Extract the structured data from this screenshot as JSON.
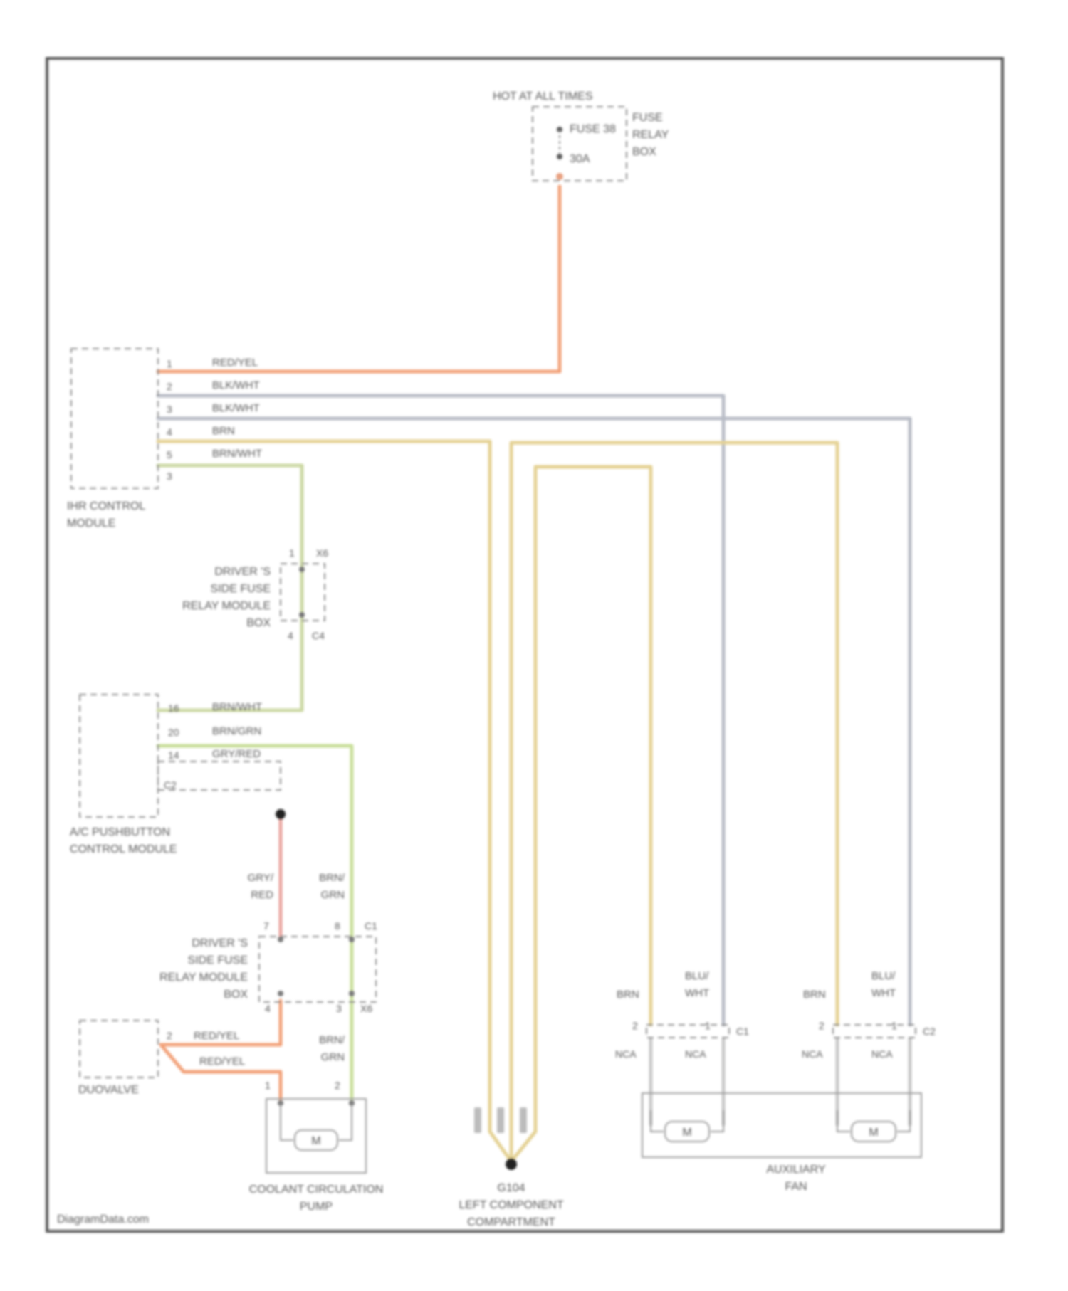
{
  "colors": {
    "red_yel": "#f2a27a",
    "blk_wht": "#b8bcc6",
    "brn": "#e4d193",
    "brn_wht": "#ccd8a3",
    "brn_grn": "#c9df9a",
    "gry_red": "#eaa6a0",
    "blu_wht": "#b8bcc6",
    "ground": "#c8c8c8",
    "frame": "#555555"
  },
  "power": {
    "header": "HOT AT ALL TIMES",
    "fuse_name": "FUSE 38",
    "fuse_rating": "30A",
    "box_label": [
      "FUSE",
      "RELAY",
      "BOX"
    ]
  },
  "ihka": {
    "label": [
      "IHR CONTROL",
      "MODULE"
    ],
    "pins": [
      "1",
      "2",
      "3",
      "4",
      "5",
      "3"
    ],
    "wires": [
      "RED/YEL",
      "BLK/WHT",
      "BLK/WHT",
      "BRN",
      "BRN/WHT"
    ]
  },
  "dsfrm_top": {
    "label": [
      "DRIVER 'S",
      "SIDE FUSE",
      "RELAY MODULE",
      "BOX"
    ],
    "pin_in": "1",
    "conn_in": "X6",
    "pin_out": "4",
    "conn_out": "C4"
  },
  "ac_module": {
    "label": [
      "A/C PUSHBUTTON",
      "CONTROL MODULE"
    ],
    "pins": [
      "16",
      "20",
      "14"
    ],
    "wires": [
      "BRN/WHT",
      "BRN/GRN",
      "GRY/RED"
    ],
    "connector": "C2"
  },
  "dsfrm_bottom": {
    "label": [
      "DRIVER 'S",
      "SIDE FUSE",
      "RELAY MODULE",
      "BOX"
    ],
    "wire_left": [
      "GRY/",
      "RED"
    ],
    "wire_right": [
      "BRN/",
      "GRN"
    ],
    "pin_top_left": "7",
    "pin_top_right": "8",
    "conn_top": "C1",
    "pin_bot_left": "4",
    "pin_bot_right": "3",
    "conn_bot": "X6"
  },
  "duo_valve": {
    "label": "DUOVALVE",
    "pin_top": "2",
    "wire_top": "RED/YEL",
    "wire_bottom": "RED/YEL"
  },
  "pump": {
    "label": [
      "COOLANT CIRCULATION",
      "PUMP"
    ],
    "wire": [
      "BRN/",
      "GRN"
    ],
    "pin_left": "1",
    "pin_right": "2",
    "motor": "M"
  },
  "ground": {
    "label": [
      "G104",
      "LEFT COMPONENT",
      "COMPARTMENT"
    ]
  },
  "fans": {
    "label": [
      "AUXILIARY",
      "FAN"
    ],
    "left": {
      "wire_a": "BRN",
      "wire_b": [
        "BLU/",
        "WHT"
      ],
      "pin_a": "2",
      "pin_b": "1",
      "conn": "C1",
      "nca": "NCA",
      "ncb": "NCA",
      "motor": "M"
    },
    "right": {
      "wire_a": "BRN",
      "wire_b": [
        "BLU/",
        "WHT"
      ],
      "pin_a": "2",
      "pin_b": "1",
      "conn": "C2",
      "nca": "NCA",
      "ncb": "NCA",
      "motor": "M"
    }
  },
  "credit": "DiagramData.com"
}
